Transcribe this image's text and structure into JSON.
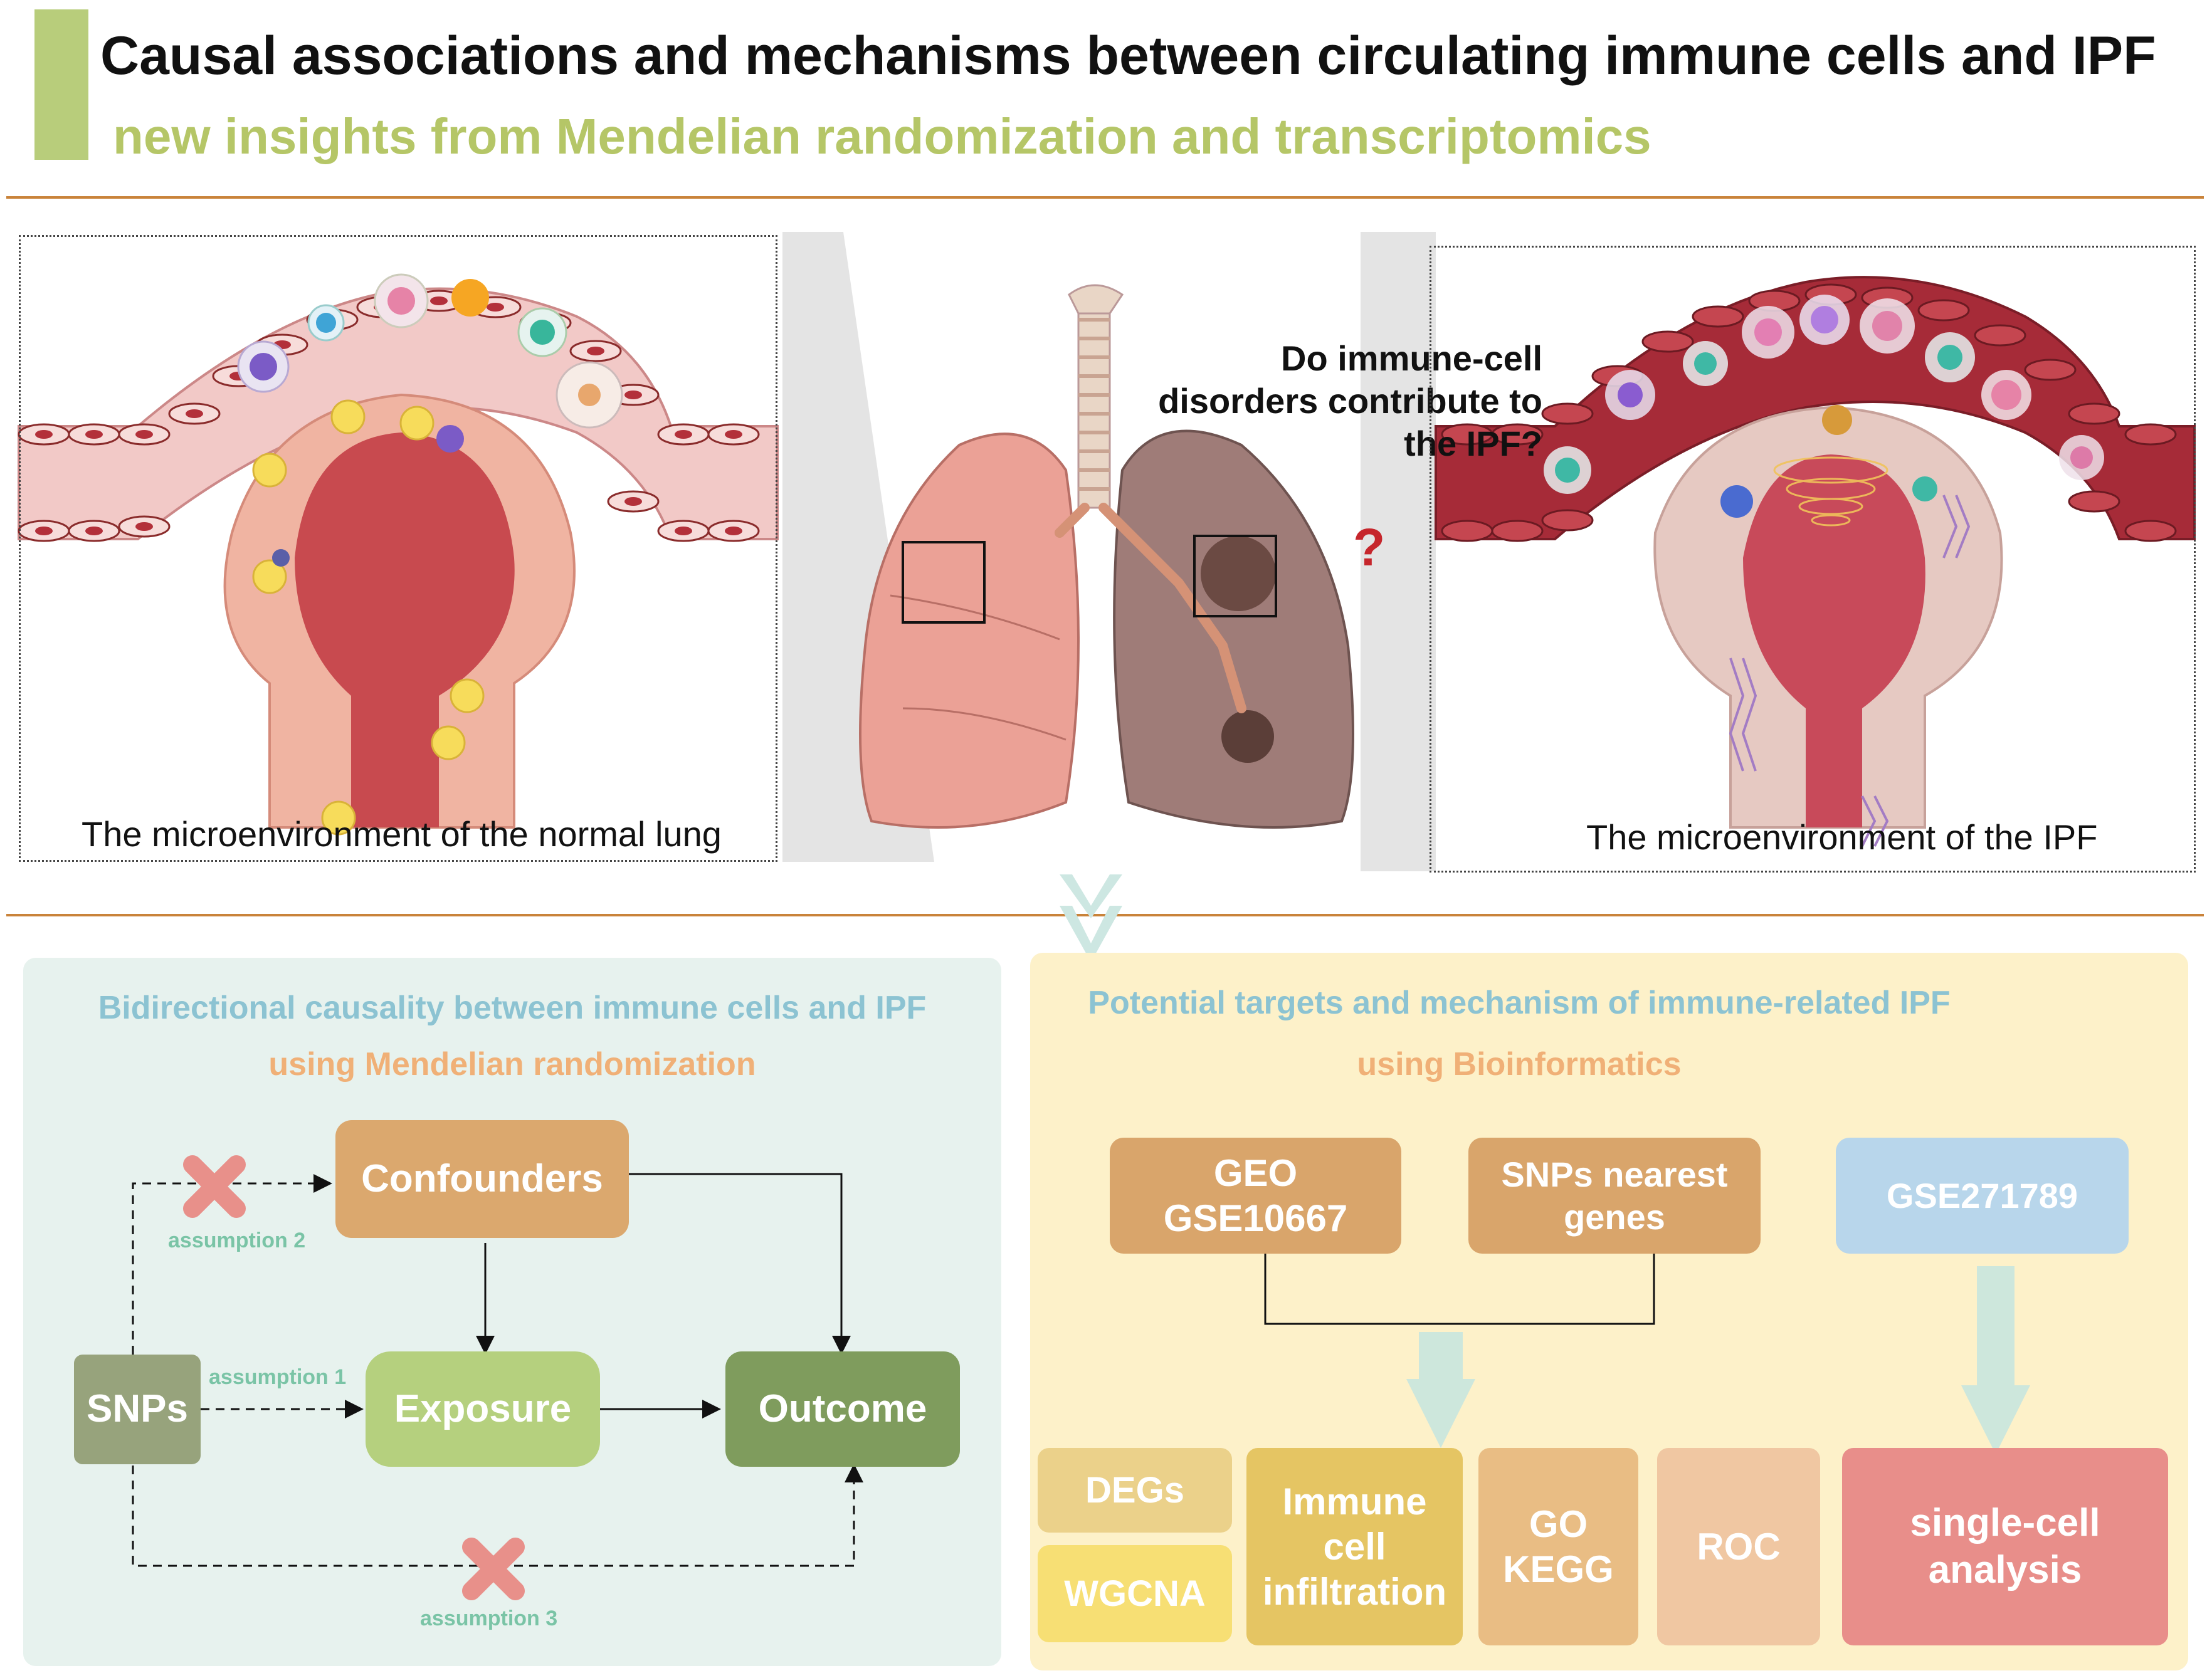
{
  "header": {
    "title": "Causal associations and mechanisms between circulating immune cells and IPF",
    "subtitle": "new insights from Mendelian randomization and transcriptomics"
  },
  "top": {
    "left_caption": "The microenvironment of the normal lung",
    "right_caption": "The microenvironment of the IPF",
    "question_lines": [
      "Do immune-cell",
      "disorders contribute to",
      "the IPF?"
    ],
    "question_mark": "?"
  },
  "mr_panel": {
    "title": "Bidirectional causality between immune cells and IPF",
    "subtitle": "using Mendelian randomization",
    "confounders": "Confounders",
    "snps": "SNPs",
    "exposure": "Exposure",
    "outcome": "Outcome",
    "assumption1": "assumption 1",
    "assumption2": "assumption 2",
    "assumption3": "assumption 3"
  },
  "bio_panel": {
    "title": "Potential targets and mechanism of immune-related IPF",
    "subtitle": "using Bioinformatics",
    "geo_line1": "GEO",
    "geo_line2": "GSE10667",
    "snps_line1": "SNPs nearest",
    "snps_line2": "genes",
    "gse": "GSE271789",
    "degs": "DEGs",
    "wgcna": "WGCNA",
    "immune_line1": "Immune",
    "immune_line2": "cell",
    "immune_line3": "infiltration",
    "go": "GO",
    "kegg": "KEGG",
    "roc": "ROC",
    "single_line1": "single-cell",
    "single_line2": "analysis"
  },
  "colors": {
    "title_bar": "#b8cd7b",
    "rule": "#c9833a",
    "mr_bg": "#e7f2ee",
    "bio_bg": "#fdf1c9",
    "confounders": "#dba86e",
    "snps": "#97a37c",
    "exposure": "#b5d07e",
    "outcome": "#7f9c5d",
    "geo": "#d9a56b",
    "gse": "#b8d6eb",
    "degs": "#ebd18a",
    "wgcna": "#f7df74",
    "immune": "#e5c563",
    "go_kegg": "#e9bd84",
    "roc": "#f0c7a2",
    "single": "#e88e8a"
  }
}
